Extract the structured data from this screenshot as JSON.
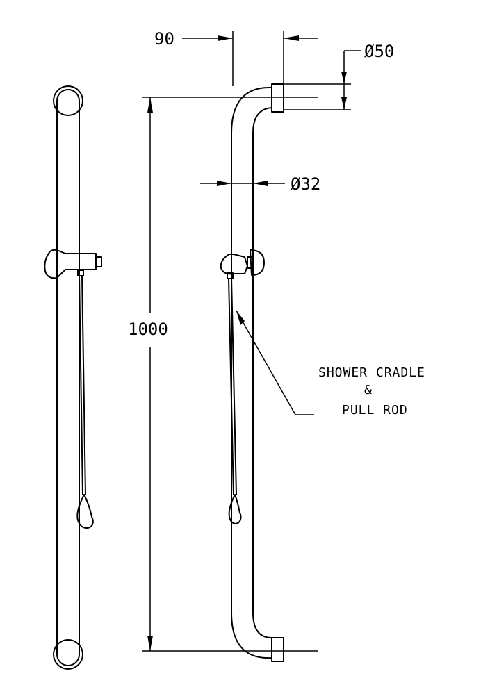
{
  "dimensions": {
    "offset": "90",
    "flange_diameter": "Ø50",
    "tube_diameter": "Ø32",
    "length": "1000"
  },
  "annotation": {
    "line1": "SHOWER CRADLE",
    "line2": "&",
    "line3": "PULL ROD"
  }
}
